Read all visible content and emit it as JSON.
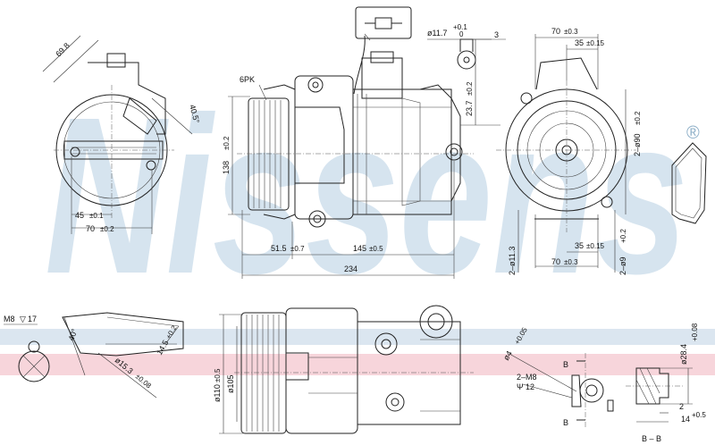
{
  "brand": {
    "watermark": "Nissens",
    "registered_mark": "®"
  },
  "colors": {
    "watermark": "#c9dcea",
    "band_red": "#f3c3cc",
    "band_blue": "#c3d6e6",
    "line": "#222222"
  },
  "views": {
    "left_end": {
      "d1": "69.8",
      "d2": "40.5°",
      "d3": "45",
      "d3_tol": "±0.1",
      "d4": "70",
      "d4_tol": "±0.2"
    },
    "front": {
      "pulley": "6PK",
      "height": "138",
      "height_tol": "±0.2",
      "d1": "51.5",
      "d1_tol": "±0.7",
      "d2": "145",
      "d2_tol": "±0.5",
      "total": "234"
    },
    "connector": {
      "dia": "ø11.7",
      "dia_tol_up": "+0.1",
      "dia_tol_dn": "0",
      "d3": "3",
      "d4": "23.7",
      "d4_tol": "±0.2"
    },
    "right_end": {
      "top1": "70",
      "top1_tol": "±0.3",
      "top2": "35",
      "top2_tol": "±0.15",
      "dia90": "2–ø90",
      "dia90_tol": "±0.2",
      "bot1": "35",
      "bot1_tol": "±0.15",
      "bot2": "70",
      "bot2_tol": "±0.3",
      "hole1": "2–ø11.3",
      "hole2": "2–ø9",
      "hole2_tol": "+0.2"
    },
    "detail_port": {
      "thread": "M8",
      "depth": "17",
      "angle": "40°",
      "d1": "14.5",
      "d1_tol": "+0.2",
      "d2": "ø15.3",
      "d2_tol": "±0.08"
    },
    "bottom": {
      "dia1": "ø110",
      "dia1_tol": "±0.5",
      "dia2": "ø105"
    },
    "detail_bb": {
      "hole": "ø4",
      "hole_tol": "+0.05",
      "thread": "2–M8",
      "depth": "12",
      "section_mark": "B",
      "section_label": "B – B",
      "d_28": "ø28.4",
      "d_28_tol": "+0.08",
      "d_2": "2",
      "d_14": "14",
      "d_14_tol": "+0.5"
    }
  }
}
